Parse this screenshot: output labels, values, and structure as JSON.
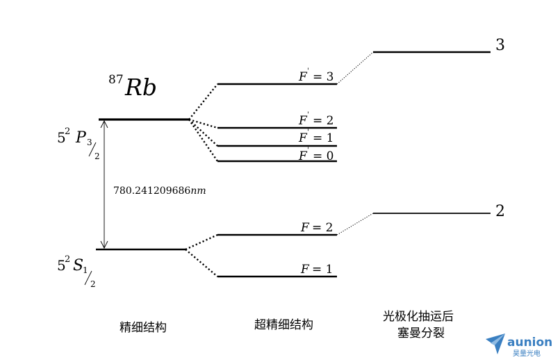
{
  "isotope": {
    "mass": "87",
    "symbol": "Rb"
  },
  "fine_structure": {
    "excited": {
      "n": "5",
      "mult": "2",
      "L": "P",
      "j_num": "3",
      "j_den": "2"
    },
    "ground": {
      "n": "5",
      "mult": "2",
      "L": "S",
      "j_num": "1",
      "j_den": "2"
    }
  },
  "transition": {
    "value": "780.241209686",
    "unit": "nm"
  },
  "hyperfine_excited": [
    {
      "sym": "F",
      "prime": "'",
      "value": "= 3"
    },
    {
      "sym": "F",
      "prime": "'",
      "value": "= 2"
    },
    {
      "sym": "F",
      "prime": "'",
      "value": "= 1"
    },
    {
      "sym": "F",
      "prime": "'",
      "value": "= 0"
    }
  ],
  "hyperfine_ground": [
    {
      "sym": "F",
      "value": "= 2"
    },
    {
      "sym": "F",
      "value": "= 1"
    }
  ],
  "zeeman": {
    "upper_label": "3",
    "lower_label": "2"
  },
  "columns": {
    "fine": "精细结构",
    "hyperfine": "超精细结构",
    "zeeman_line1": "光极化抽运后",
    "zeeman_line2": "塞曼分裂"
  },
  "logo": {
    "text": "aunion",
    "subtext": "昊量光电",
    "color": "#3a7fc1"
  }
}
